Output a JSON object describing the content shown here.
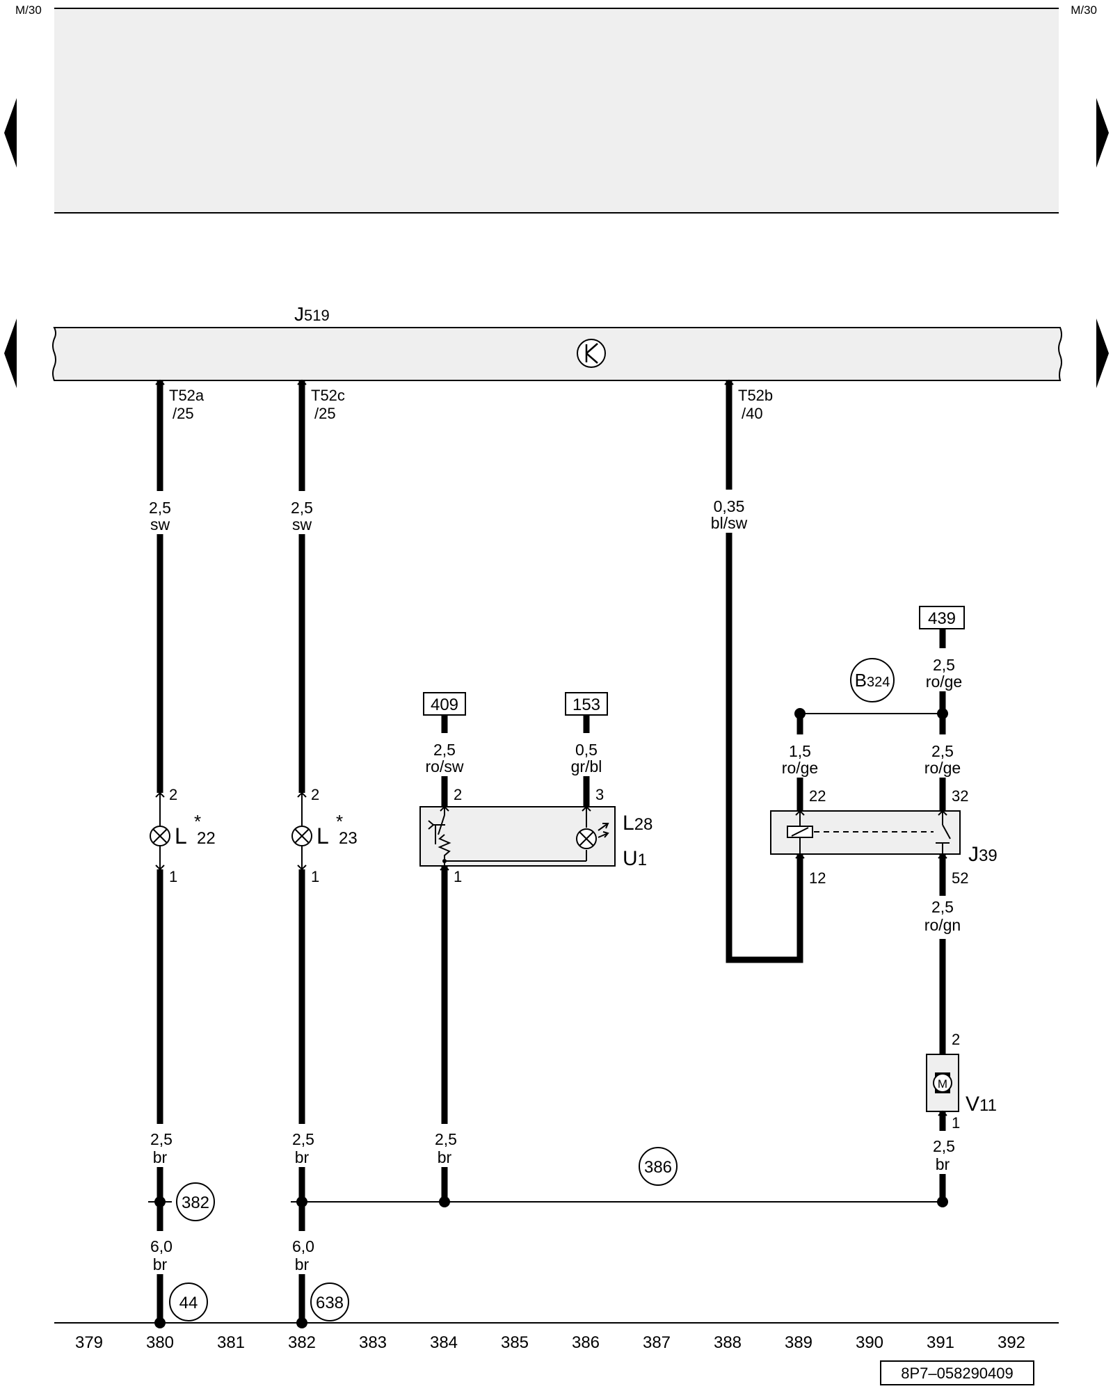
{
  "header": {
    "ref_left": "M/30",
    "ref_right": "M/30"
  },
  "control_unit": {
    "name": "J",
    "sub": "519"
  },
  "connectors": {
    "t52a": {
      "line1": "T52a",
      "line2": "/25"
    },
    "t52c": {
      "line1": "T52c",
      "line2": "/25"
    },
    "t52b": {
      "line1": "T52b",
      "line2": "/40"
    }
  },
  "wires": {
    "w380_top": {
      "size": "2,5",
      "color": "sw"
    },
    "w382_top": {
      "size": "2,5",
      "color": "sw"
    },
    "w388_top": {
      "size": "0,35",
      "color": "bl/sw"
    },
    "w384_top": {
      "size": "2,5",
      "color": "ro/sw"
    },
    "w386_top": {
      "size": "0,5",
      "color": "gr/bl"
    },
    "w391_top": {
      "size": "2,5",
      "color": "ro/ge"
    },
    "w389_mid": {
      "size": "1,5",
      "color": "ro/ge"
    },
    "w391_mid": {
      "size": "2,5",
      "color": "ro/ge"
    },
    "w391_j39": {
      "size": "2,5",
      "color": "ro/gn"
    },
    "w380_bot": {
      "size": "2,5",
      "color": "br"
    },
    "w382_bot": {
      "size": "2,5",
      "color": "br"
    },
    "w384_bot": {
      "size": "2,5",
      "color": "br"
    },
    "w391_bot": {
      "size": "2,5",
      "color": "br"
    },
    "w380_gnd": {
      "size": "6,0",
      "color": "br"
    },
    "w382_gnd": {
      "size": "6,0",
      "color": "br"
    }
  },
  "refs": {
    "r409": "409",
    "r153": "153",
    "r439": "439"
  },
  "pins": {
    "l22_top": "2",
    "l22_bot": "1",
    "l23_top": "2",
    "l23_bot": "1",
    "u1_2": "2",
    "u1_3": "3",
    "u1_1": "1",
    "j39_22": "22",
    "j39_32": "32",
    "j39_12": "12",
    "j39_52": "52",
    "v11_top": "2",
    "v11_bot": "1"
  },
  "components": {
    "l22": {
      "name": "L",
      "sub": "22",
      "mark": "*"
    },
    "l23": {
      "name": "L",
      "sub": "23",
      "mark": "*"
    },
    "l28": {
      "name": "L",
      "sub": "28"
    },
    "u1": {
      "name": "U",
      "sub": "1"
    },
    "j39": {
      "name": "J",
      "sub": "39"
    },
    "v11": {
      "name": "V",
      "sub": "11"
    },
    "motor_symbol": "M"
  },
  "circles": {
    "b324": {
      "name": "B",
      "sub": "324"
    },
    "c382": "382",
    "c386": "386",
    "c44": "44",
    "c638": "638"
  },
  "ruler": [
    "379",
    "380",
    "381",
    "382",
    "383",
    "384",
    "385",
    "386",
    "387",
    "388",
    "389",
    "390",
    "391",
    "392"
  ],
  "footer": {
    "drawing_id": "8P7–058290409"
  },
  "icons": {
    "nav_left": "triangle-left-icon",
    "nav_right": "triangle-right-icon",
    "bus": "k-bus-icon"
  },
  "colors": {
    "panel_fill": "#efefef",
    "ink": "#000000",
    "background": "#ffffff"
  }
}
